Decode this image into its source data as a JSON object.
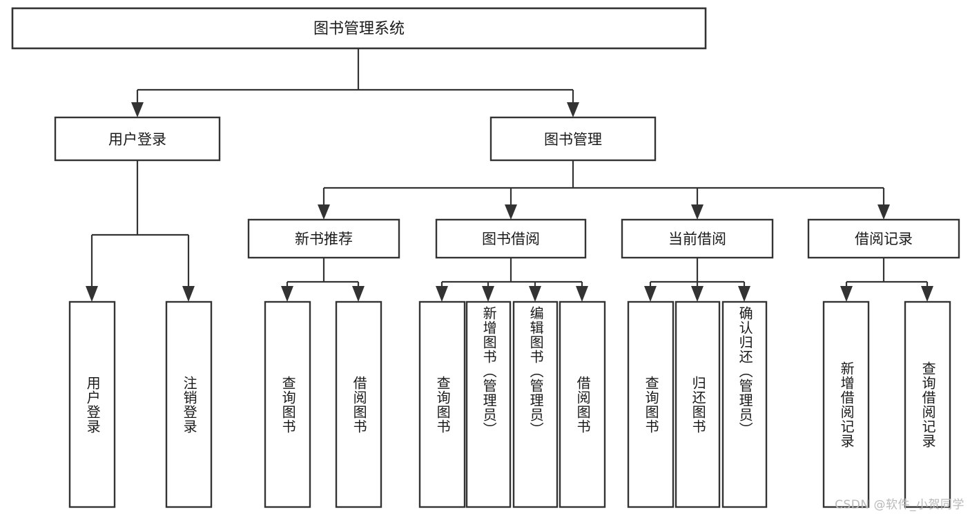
{
  "diagram": {
    "type": "tree",
    "title": "图书管理系统",
    "orientation": "top-down",
    "colors": {
      "box_stroke": "#333333",
      "box_fill": "#ffffff",
      "connector": "#333333",
      "text": "#1a1a1a",
      "background": "#ffffff",
      "watermark": "#b9b9b9"
    },
    "root": {
      "label": "图书管理系统"
    },
    "level2": [
      {
        "label": "用户登录"
      },
      {
        "label": "图书管理"
      }
    ],
    "level3": [
      {
        "label": "新书推荐"
      },
      {
        "label": "图书借阅"
      },
      {
        "label": "当前借阅"
      },
      {
        "label": "借阅记录"
      }
    ],
    "leaves": {
      "user_login": [
        {
          "label": "用户登录"
        },
        {
          "label": "注销登录"
        }
      ],
      "new_book_recommend": [
        {
          "label": "查询图书"
        },
        {
          "label": "借阅图书"
        }
      ],
      "book_borrow": [
        {
          "label": "查询图书"
        },
        {
          "label": "新增图书（管理员）"
        },
        {
          "label": "编辑图书（管理员）"
        },
        {
          "label": "借阅图书"
        }
      ],
      "current_borrow": [
        {
          "label": "查询图书"
        },
        {
          "label": "归还图书"
        },
        {
          "label": "确认归还（管理员）"
        }
      ],
      "borrow_record": [
        {
          "label": "新增借阅记录"
        },
        {
          "label": "查询借阅记录"
        }
      ]
    }
  },
  "watermark": {
    "text": "CSDN @软件_小贺同学"
  }
}
